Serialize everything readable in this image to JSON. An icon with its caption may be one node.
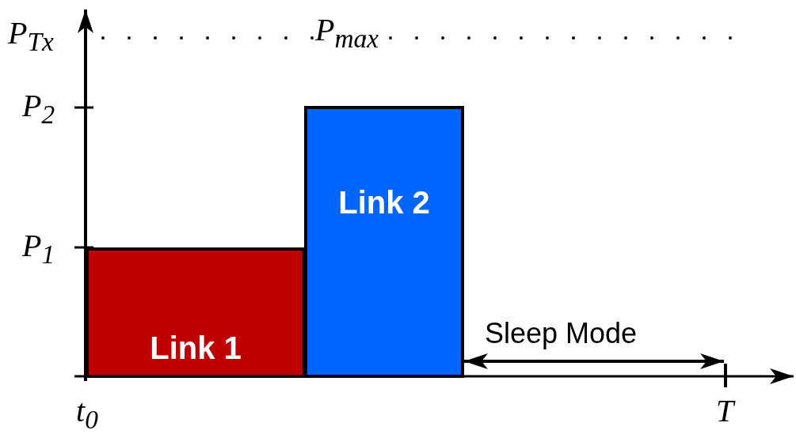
{
  "diagram": {
    "nodes": [
      {
        "text": [
          "Link 1"
        ]
      },
      {
        "text": [
          "Link 2"
        ]
      }
    ],
    "labels": [
      "P$_{Tx}$",
      "P$_{max}$",
      "P$_{2}$",
      "P$_{1}$",
      "Sleep Mode",
      "t$_{0}$",
      "T"
    ]
  }
}
